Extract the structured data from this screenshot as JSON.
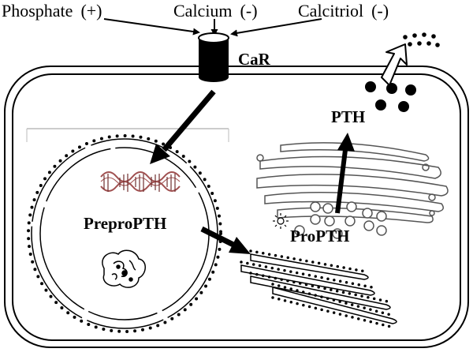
{
  "regulators": [
    {
      "name": "Phosphate",
      "effect": "(+)"
    },
    {
      "name": "Calcium",
      "effect": "(-)"
    },
    {
      "name": "Calcitriol",
      "effect": "(-)"
    }
  ],
  "receptor": {
    "label": "CaR"
  },
  "stages": {
    "prepro": "PreproPTH",
    "pro": "ProPTH",
    "mature": "PTH"
  }
}
